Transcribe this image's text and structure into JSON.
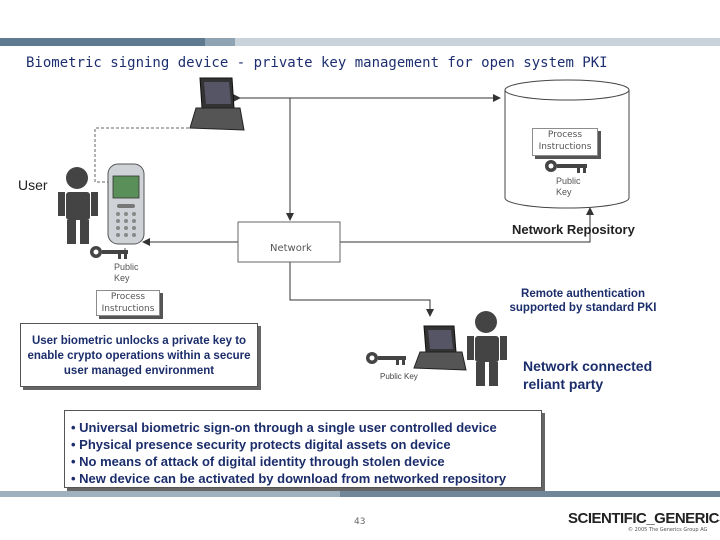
{
  "title": "Biometric signing device - private key management for open system PKI",
  "user_label": "User",
  "repository": {
    "label": "Network Repository",
    "process_instructions": "Process Instructions",
    "public_key": "Public Key"
  },
  "network_label": "Network",
  "phone_public_key": "Public Key",
  "phone_process_instructions": "Process Instructions",
  "user_callout": "User biometric unlocks a private key to enable crypto operations within a secure user managed environment",
  "remote_auth": "Remote authentication supported by standard PKI",
  "party_public_key": "Public Key",
  "relying_party": "Network connected reliant party",
  "bullets": [
    "• Universal biometric sign-on through a single user controlled device",
    "• Physical presence security protects digital assets on device",
    "• No means of attack of digital identity through stolen device",
    "• New device can be activated by download from networked repository"
  ],
  "page_number": "43",
  "logo": "SCIENTIFIC_GENERICS",
  "logo_sub": "© 2005 The Generics Group AG",
  "colors": {
    "title": "#1d2f6f",
    "accent_bar": "#5f7a8f",
    "bullet_text": "#1b2d6b"
  },
  "icons": [
    "person-icon",
    "mobile-phone-icon",
    "laptop-icon",
    "key-icon",
    "database-cylinder-icon"
  ]
}
